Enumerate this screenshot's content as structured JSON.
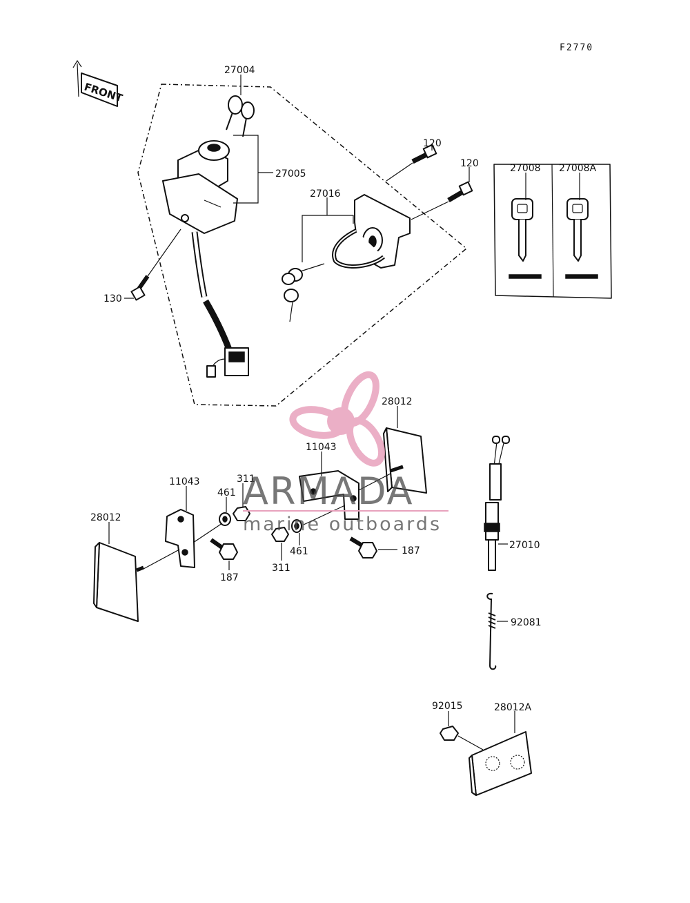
{
  "diagram_code": "F2770",
  "front_label": "FRONT",
  "parts": {
    "p27004": "27004",
    "p27005": "27005",
    "p27016": "27016",
    "p120_a": "120",
    "p120_b": "120",
    "p130": "130",
    "p27008": "27008",
    "p27008A": "27008A",
    "p28012_top": "28012",
    "p11043_right": "11043",
    "p311_top": "311",
    "p461_top": "461",
    "p11043_left": "11043",
    "p28012_left": "28012",
    "p187_left": "187",
    "p311_bottom": "311",
    "p461_bottom": "461",
    "p187_right": "187",
    "p27010": "27010",
    "p92081": "92081",
    "p92015": "92015",
    "p28012A": "28012A"
  },
  "watermark": {
    "title": "ARMADA",
    "subtitle": "marine outboards",
    "logo_color": "#e8a2bd",
    "text_color": "#4a4a4a"
  }
}
